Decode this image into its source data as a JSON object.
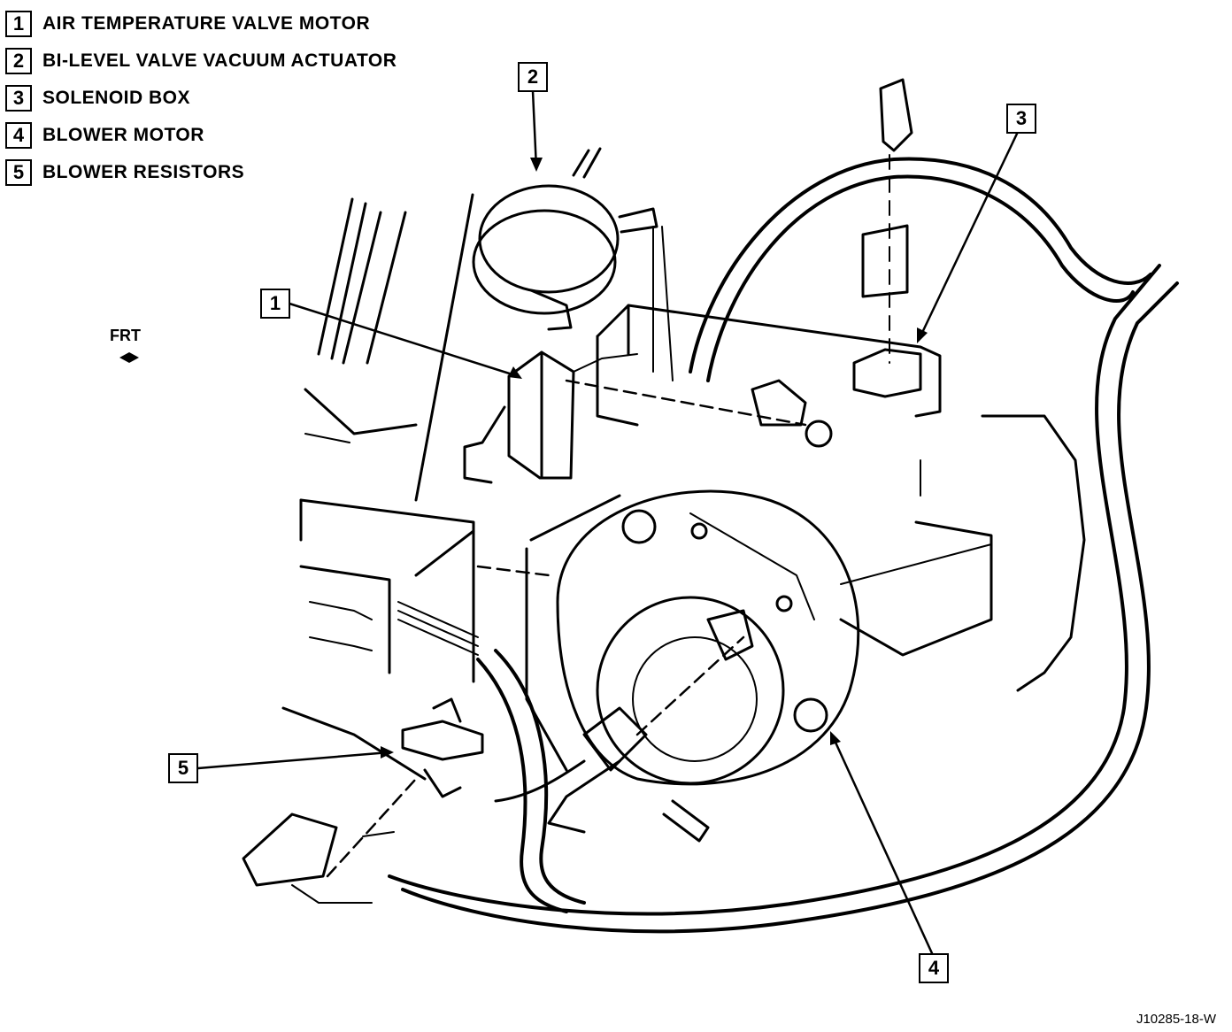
{
  "legend": [
    {
      "num": "1",
      "label": "AIR TEMPERATURE VALVE MOTOR"
    },
    {
      "num": "2",
      "label": "BI-LEVEL VALVE VACUUM ACTUATOR"
    },
    {
      "num": "3",
      "label": "SOLENOID BOX"
    },
    {
      "num": "4",
      "label": "BLOWER MOTOR"
    },
    {
      "num": "5",
      "label": "BLOWER RESISTORS"
    }
  ],
  "callouts": {
    "c1": "1",
    "c2": "2",
    "c3": "3",
    "c4": "4",
    "c5": "5"
  },
  "frt_label": "FRT",
  "figure_id": "J10285-18-W"
}
